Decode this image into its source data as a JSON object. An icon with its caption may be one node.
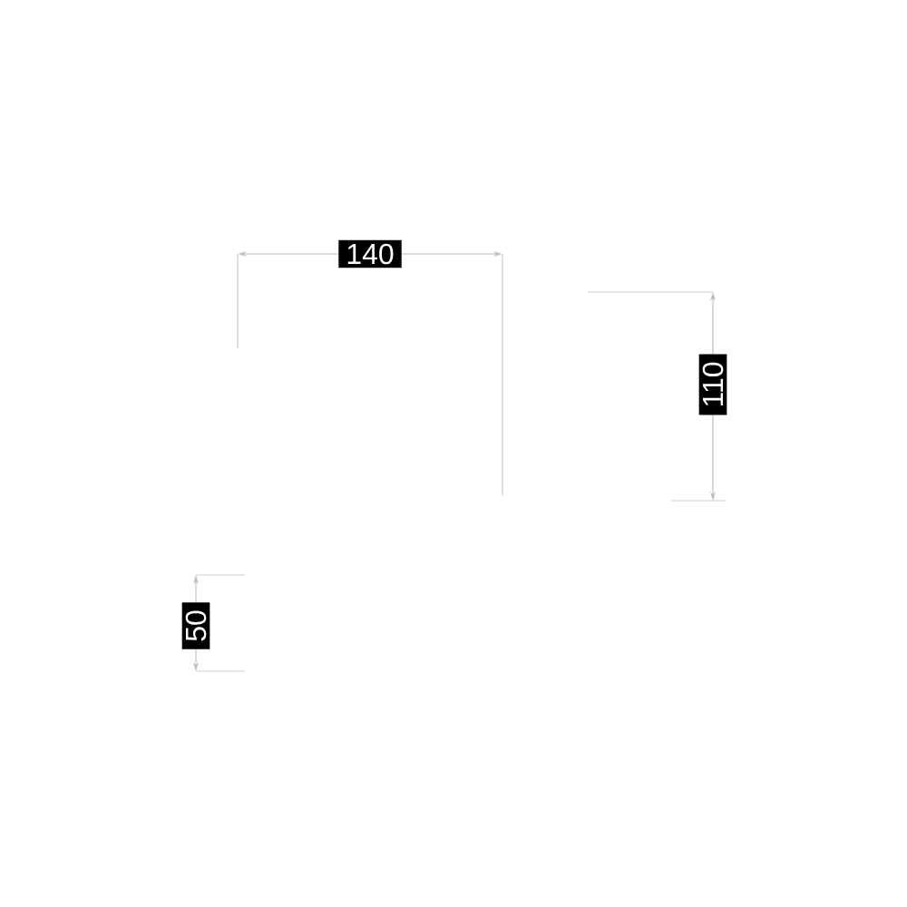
{
  "diagram": {
    "labels": [
      "140",
      "110",
      "50"
    ]
  }
}
